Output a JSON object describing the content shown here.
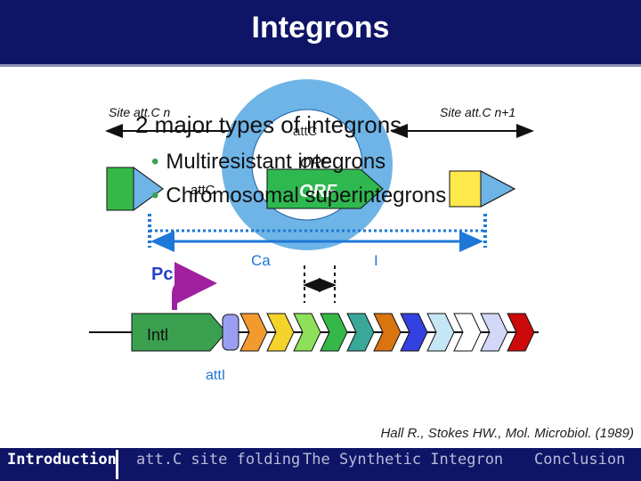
{
  "header": {
    "title": "Integrons"
  },
  "slide": {
    "heading": "2 major types of integrons",
    "bullets": [
      "Multiresistant integrons",
      "Chromosomal superintegrons"
    ],
    "citation": "Hall R., Stokes HW., Mol. Microbiol. (1989)"
  },
  "diagram": {
    "site_left": "Site att.C n",
    "site_right": "Site att.C n+1",
    "circle_label": "attC",
    "orf_top": "ORF",
    "orf_circle": "ORF",
    "attc_inner": "attC",
    "cassette_label": "Ca",
    "cassette_suffix": "I",
    "promoter": "Pc",
    "intl": "Intl",
    "atti": "attI"
  },
  "colors": {
    "accent_blue": "#1e78d7",
    "circle_fill": "#6eb4e6",
    "title_bar": "#0e1566",
    "cassettes": [
      "#f39a2e",
      "#f4d32a",
      "#8ee05a",
      "#35b848",
      "#3aa898",
      "#d9740f",
      "#3540e0",
      "#c5e7f5",
      "#ffffff",
      "#d3d7f8",
      "#cc0a0a"
    ]
  },
  "footer": {
    "items": [
      "Introduction",
      "att.C site folding",
      "The Synthetic Integron",
      "Conclusion"
    ],
    "active": "Introduction"
  }
}
